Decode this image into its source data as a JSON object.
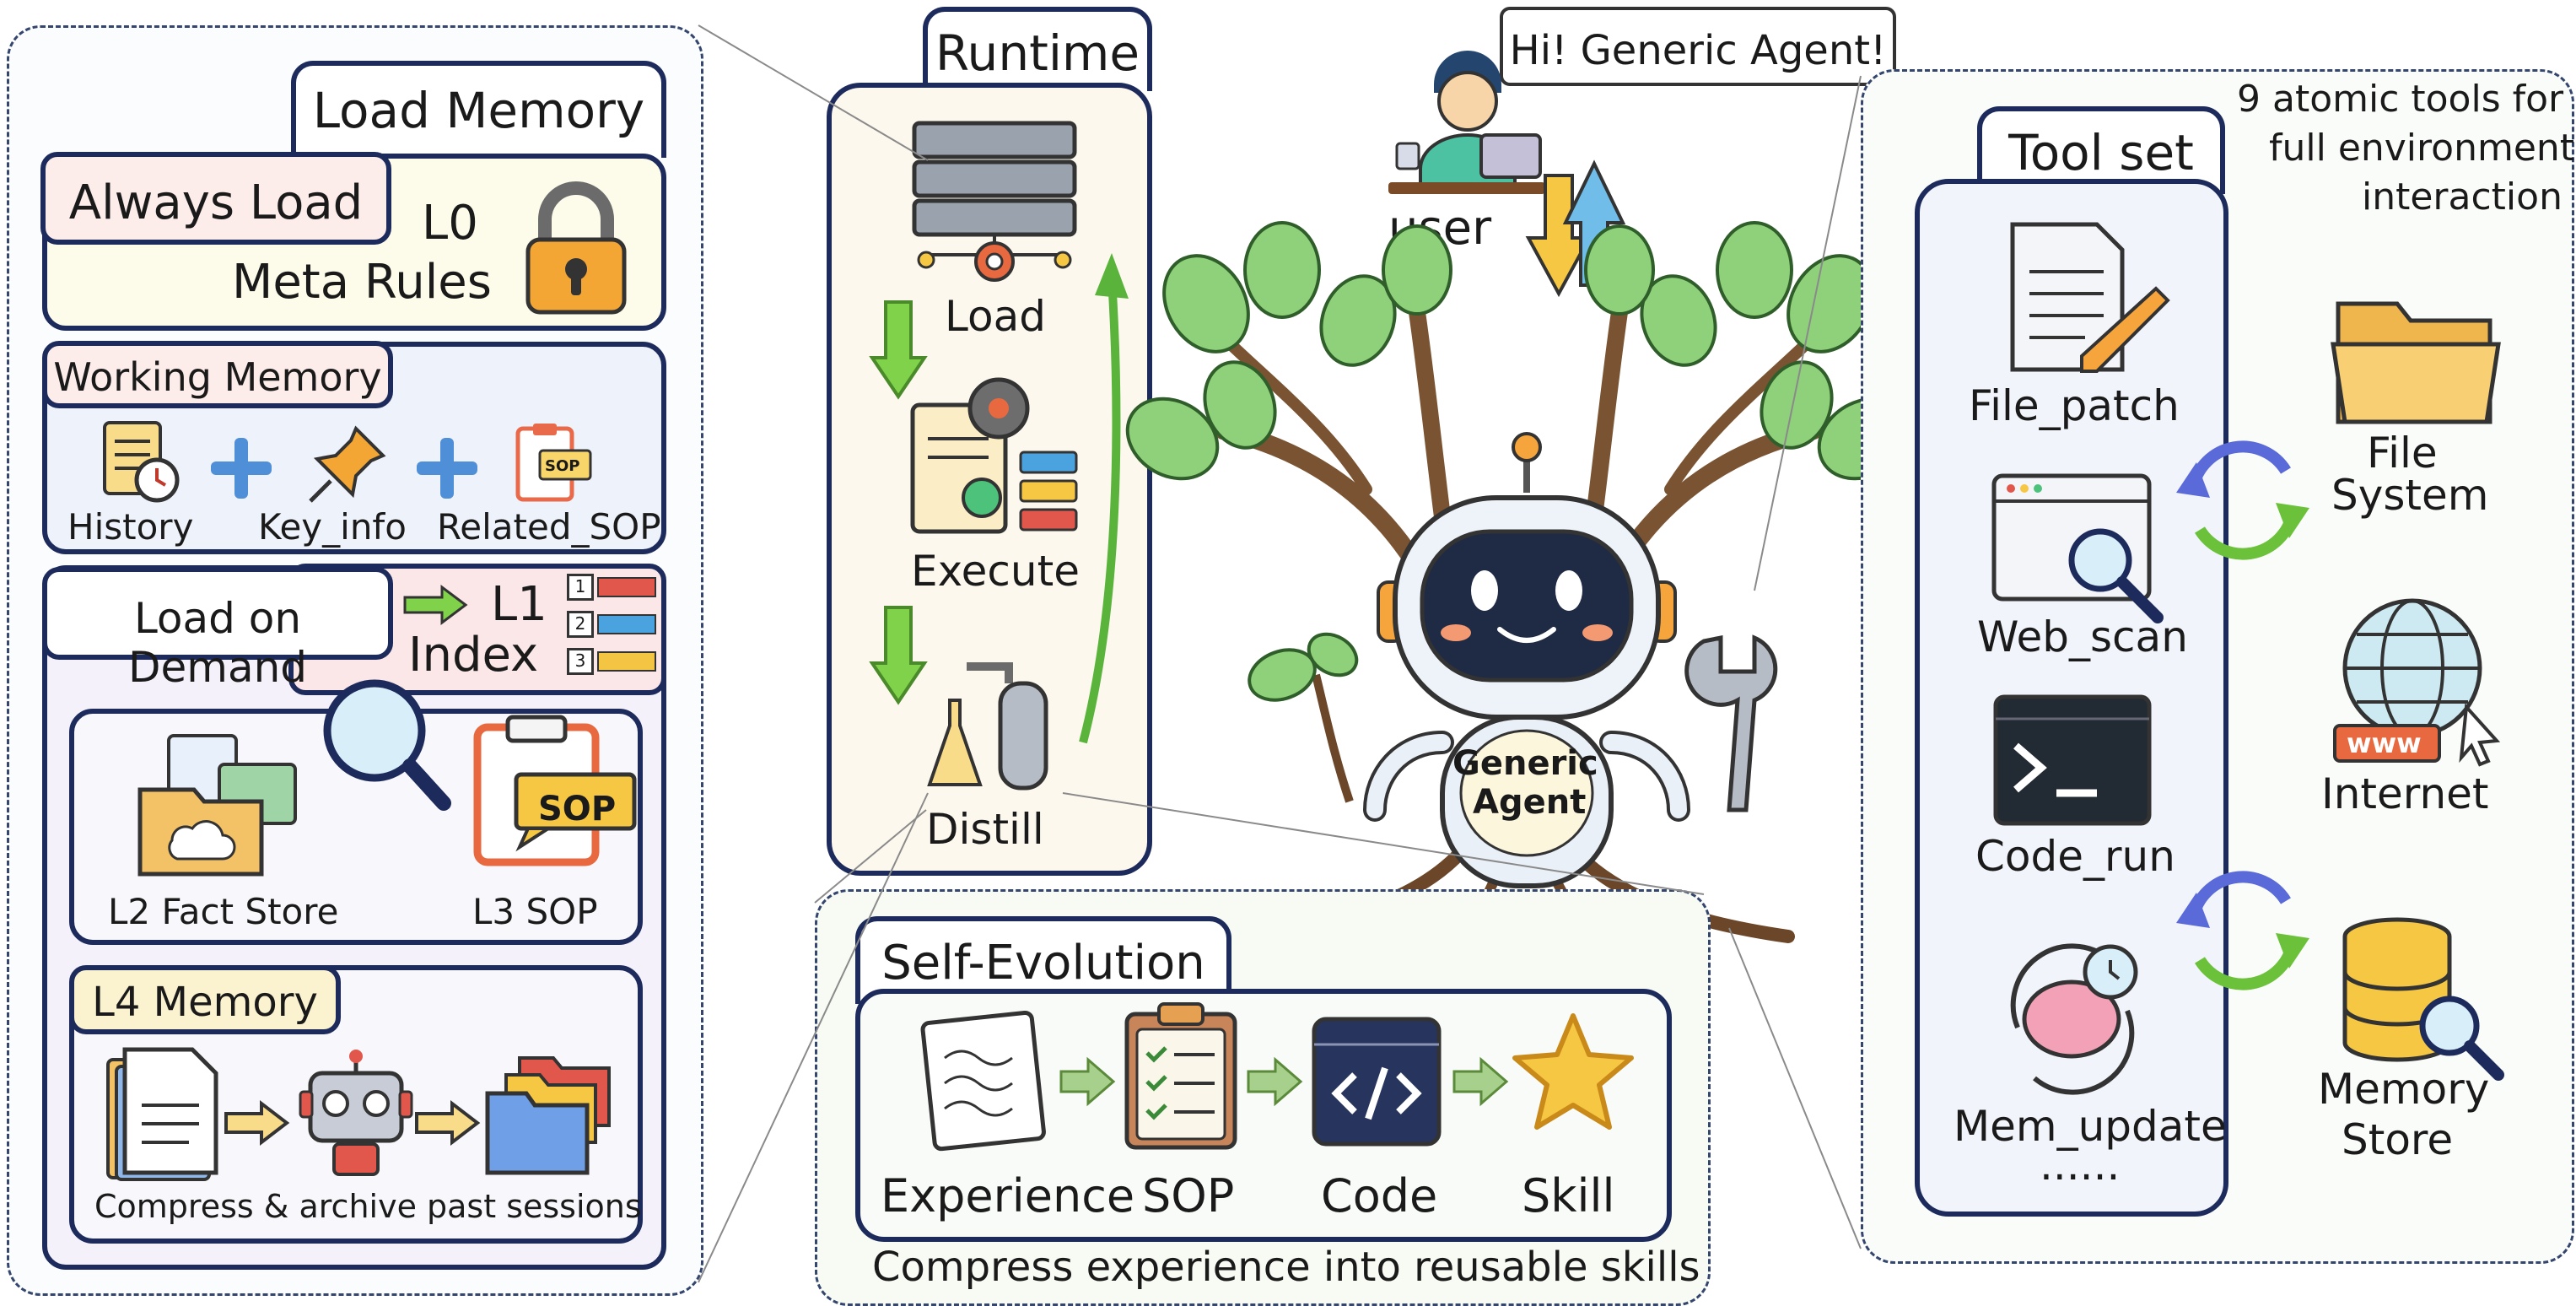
{
  "memory": {
    "load_memory": "Load Memory",
    "always_load": "Always Load",
    "l0": "L0",
    "meta_rules": "Meta Rules",
    "working_memory": "Working Memory",
    "history": "History",
    "key_info": "Key_info",
    "related_sop": "Related_SOP",
    "sop_badge": "SOP",
    "load_on_demand": "Load on Demand",
    "l1": "L1",
    "index": "Index",
    "index_nums": [
      "1",
      "2",
      "3"
    ],
    "l2_fact_store": "L2 Fact Store",
    "l3_sop": "L3 SOP",
    "l4_memory": "L4 Memory",
    "compress_archive": "Compress & archive past sessions"
  },
  "runtime": {
    "title": "Runtime",
    "load": "Load",
    "execute": "Execute",
    "distill": "Distill"
  },
  "agent": {
    "greeting": "Hi! Generic Agent!",
    "user": "user",
    "body_line1": "Generic",
    "body_line2": "Agent"
  },
  "self_evolution": {
    "title": "Self-Evolution",
    "steps": [
      "Experience",
      "SOP",
      "Code",
      "Skill"
    ],
    "caption": "Compress experience into reusable skills"
  },
  "toolset": {
    "title": "Tool set",
    "caption_line1": "9 atomic tools for",
    "caption_line2": "full environment",
    "caption_line3": "interaction",
    "tools": [
      "File_patch",
      "Web_scan",
      "Code_run",
      "Mem_update"
    ],
    "ellipsis": "......",
    "env": {
      "file_system_1": "File",
      "file_system_2": "System",
      "internet": "Internet",
      "www": "www",
      "memory_store_1": "Memory",
      "memory_store_2": "Store"
    }
  }
}
